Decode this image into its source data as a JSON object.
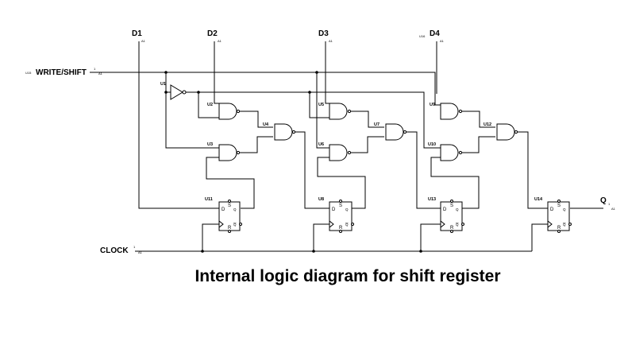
{
  "caption": "Internal logic diagram for shift register",
  "inputs": {
    "d1": "D1",
    "d2": "D2",
    "d3": "D3",
    "d4": "D4",
    "write_shift": "WRITE/SHIFT",
    "clock": "CLOCK",
    "output_q": "Q"
  },
  "port_refs": {
    "write_shift": "U15",
    "d4": "U16"
  },
  "pin_text": {
    "one": "1",
    "a1": "A1"
  },
  "gates": {
    "u1": "U1",
    "u2": "U2",
    "u3": "U3",
    "u4": "U4",
    "u5": "U5",
    "u6": "U6",
    "u7": "U7",
    "u9": "U9",
    "u10": "U10",
    "u12": "U12"
  },
  "flip_flops": {
    "u11": "U11",
    "u8": "U8",
    "u13": "U13",
    "u14": "U14",
    "pins": {
      "s": "S",
      "r": "R",
      "d": "D",
      "q": "Q",
      "qbar": "Q"
    }
  }
}
